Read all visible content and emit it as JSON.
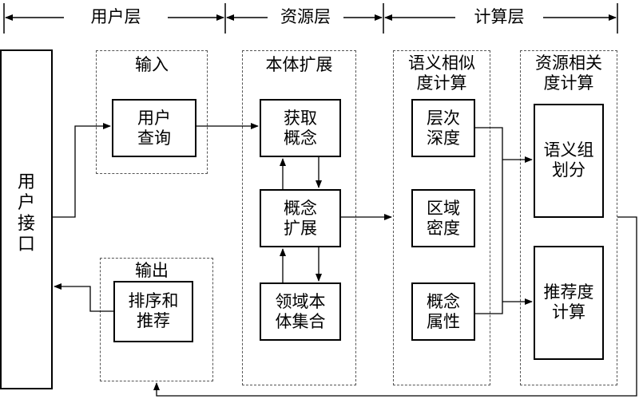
{
  "layers": {
    "user": "用户层",
    "resource": "资源层",
    "compute": "计算层"
  },
  "user_interface": "用\n户\n接\n口",
  "input": {
    "title": "输入",
    "query": "用户\n查询"
  },
  "output": {
    "title": "输出",
    "rank": "排序和\n推荐"
  },
  "ontology": {
    "title": "本体扩展",
    "acquire": "获取\n概念",
    "expand": "概念\n扩展",
    "domain_set": "领域本\n体集合"
  },
  "similarity": {
    "title": "语义相似\n度计算",
    "depth": "层次\n深度",
    "density": "区域\n密度",
    "attribute": "概念\n属性"
  },
  "relevance": {
    "title": "资源相关\n度计算",
    "group": "语义组\n划分",
    "recommend": "推荐度\n计算"
  }
}
